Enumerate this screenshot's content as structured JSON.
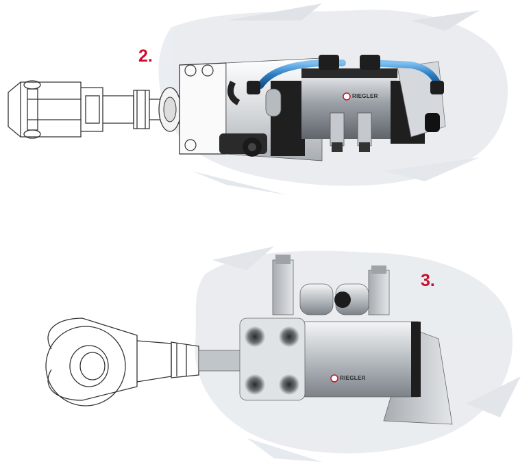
{
  "figures": [
    {
      "step_label": "2.",
      "brand": "RIEGLER"
    },
    {
      "step_label": "3.",
      "brand": "RIEGLER"
    }
  ],
  "colors": {
    "step_label": "#c8102e",
    "tube": "#2d7fc4",
    "valve_body": "#8d9399",
    "valve_dark": "#1f1f1f",
    "cylinder": "#c9ccd0",
    "sketch_line": "#333333",
    "splash": "#b9c3cf"
  },
  "icons": [
    "brand-logo-icon"
  ]
}
